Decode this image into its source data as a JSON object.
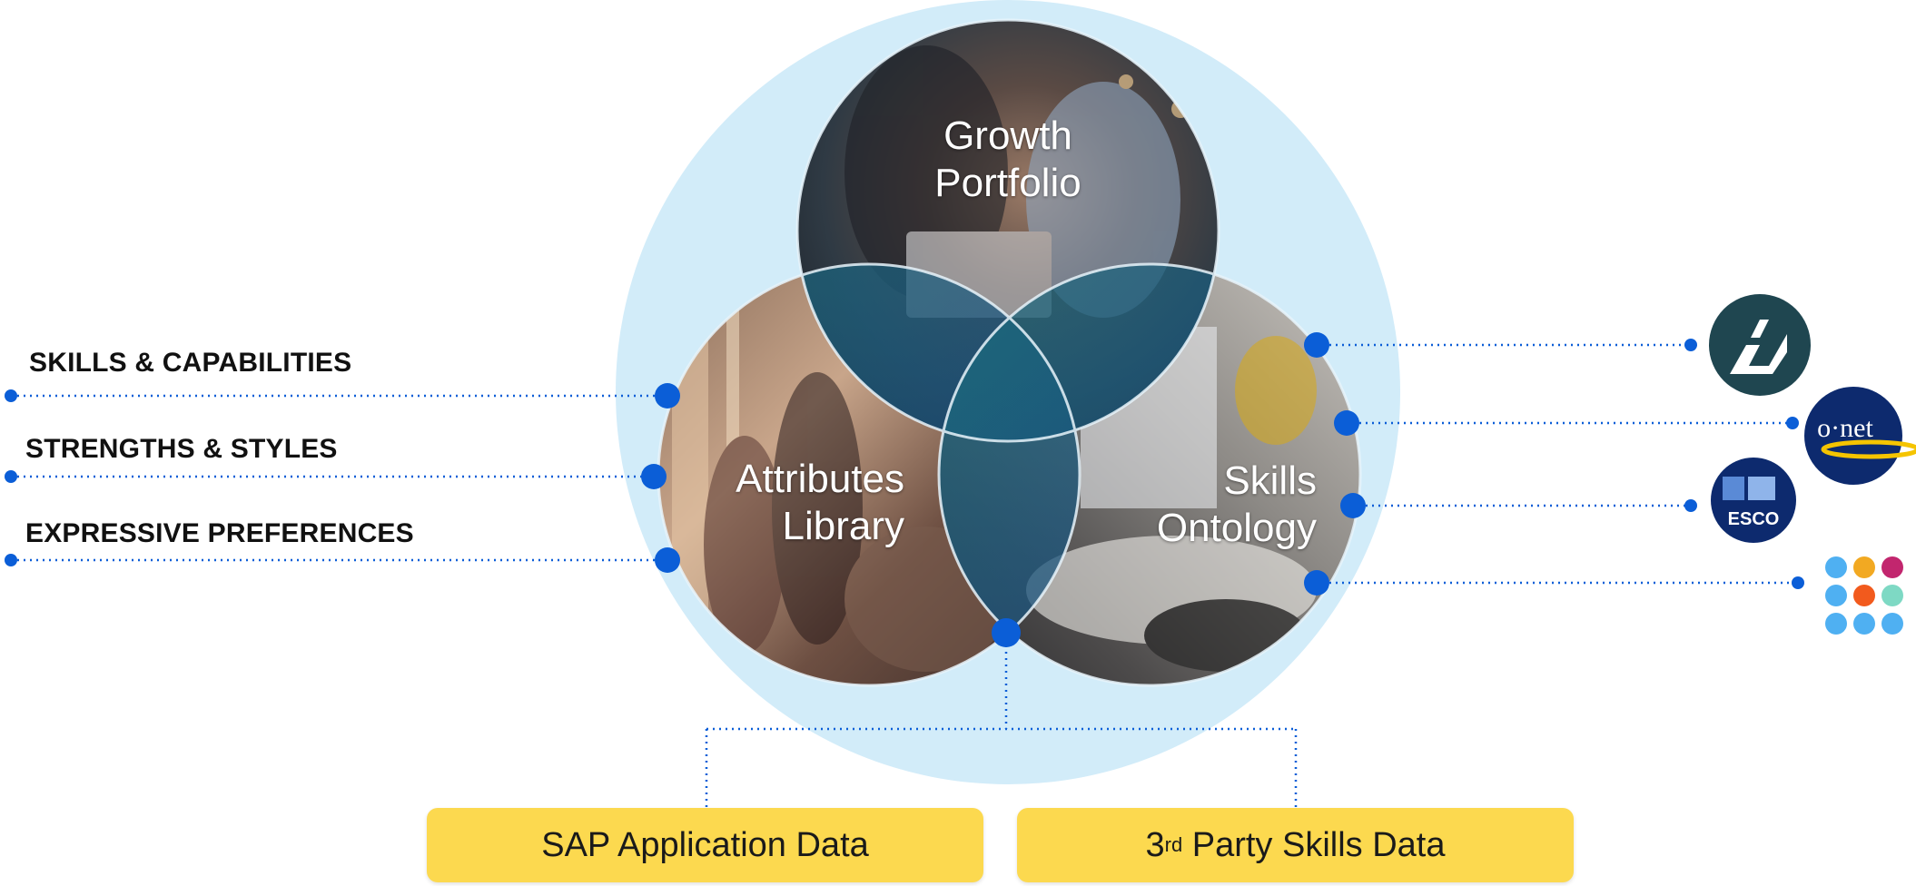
{
  "colors": {
    "outer_circle": "#d2ecf9",
    "connector": "#0b5ed7",
    "box_fill": "#fcd94f",
    "icon_dark_teal": "#1f4650",
    "icon_navy": "#0d2a6e",
    "icon_onet_swoosh": "#f5c400"
  },
  "circles": {
    "growth_portfolio": {
      "line1": "Growth",
      "line2": "Portfolio"
    },
    "attributes_library": {
      "line1": "Attributes",
      "line2": "Library"
    },
    "skills_ontology": {
      "line1": "Skills",
      "line2": "Ontology"
    }
  },
  "left_labels": [
    {
      "text": "SKILLS & CAPABILITIES"
    },
    {
      "text": "STRENGTHS & STYLES"
    },
    {
      "text": "EXPRESSIVE PREFERENCES"
    }
  ],
  "boxes": {
    "sap": {
      "label": "SAP Application Data"
    },
    "third_party": {
      "prefix": "3",
      "superscript": "rd",
      "suffix": " Party Skills Data"
    }
  },
  "right_icons": [
    {
      "name": "lightcast-icon"
    },
    {
      "name": "onet-logo-icon",
      "text": "o·net"
    },
    {
      "name": "esco-logo-icon",
      "text": "ESCO"
    },
    {
      "name": "dots-grid-logo-icon"
    }
  ]
}
